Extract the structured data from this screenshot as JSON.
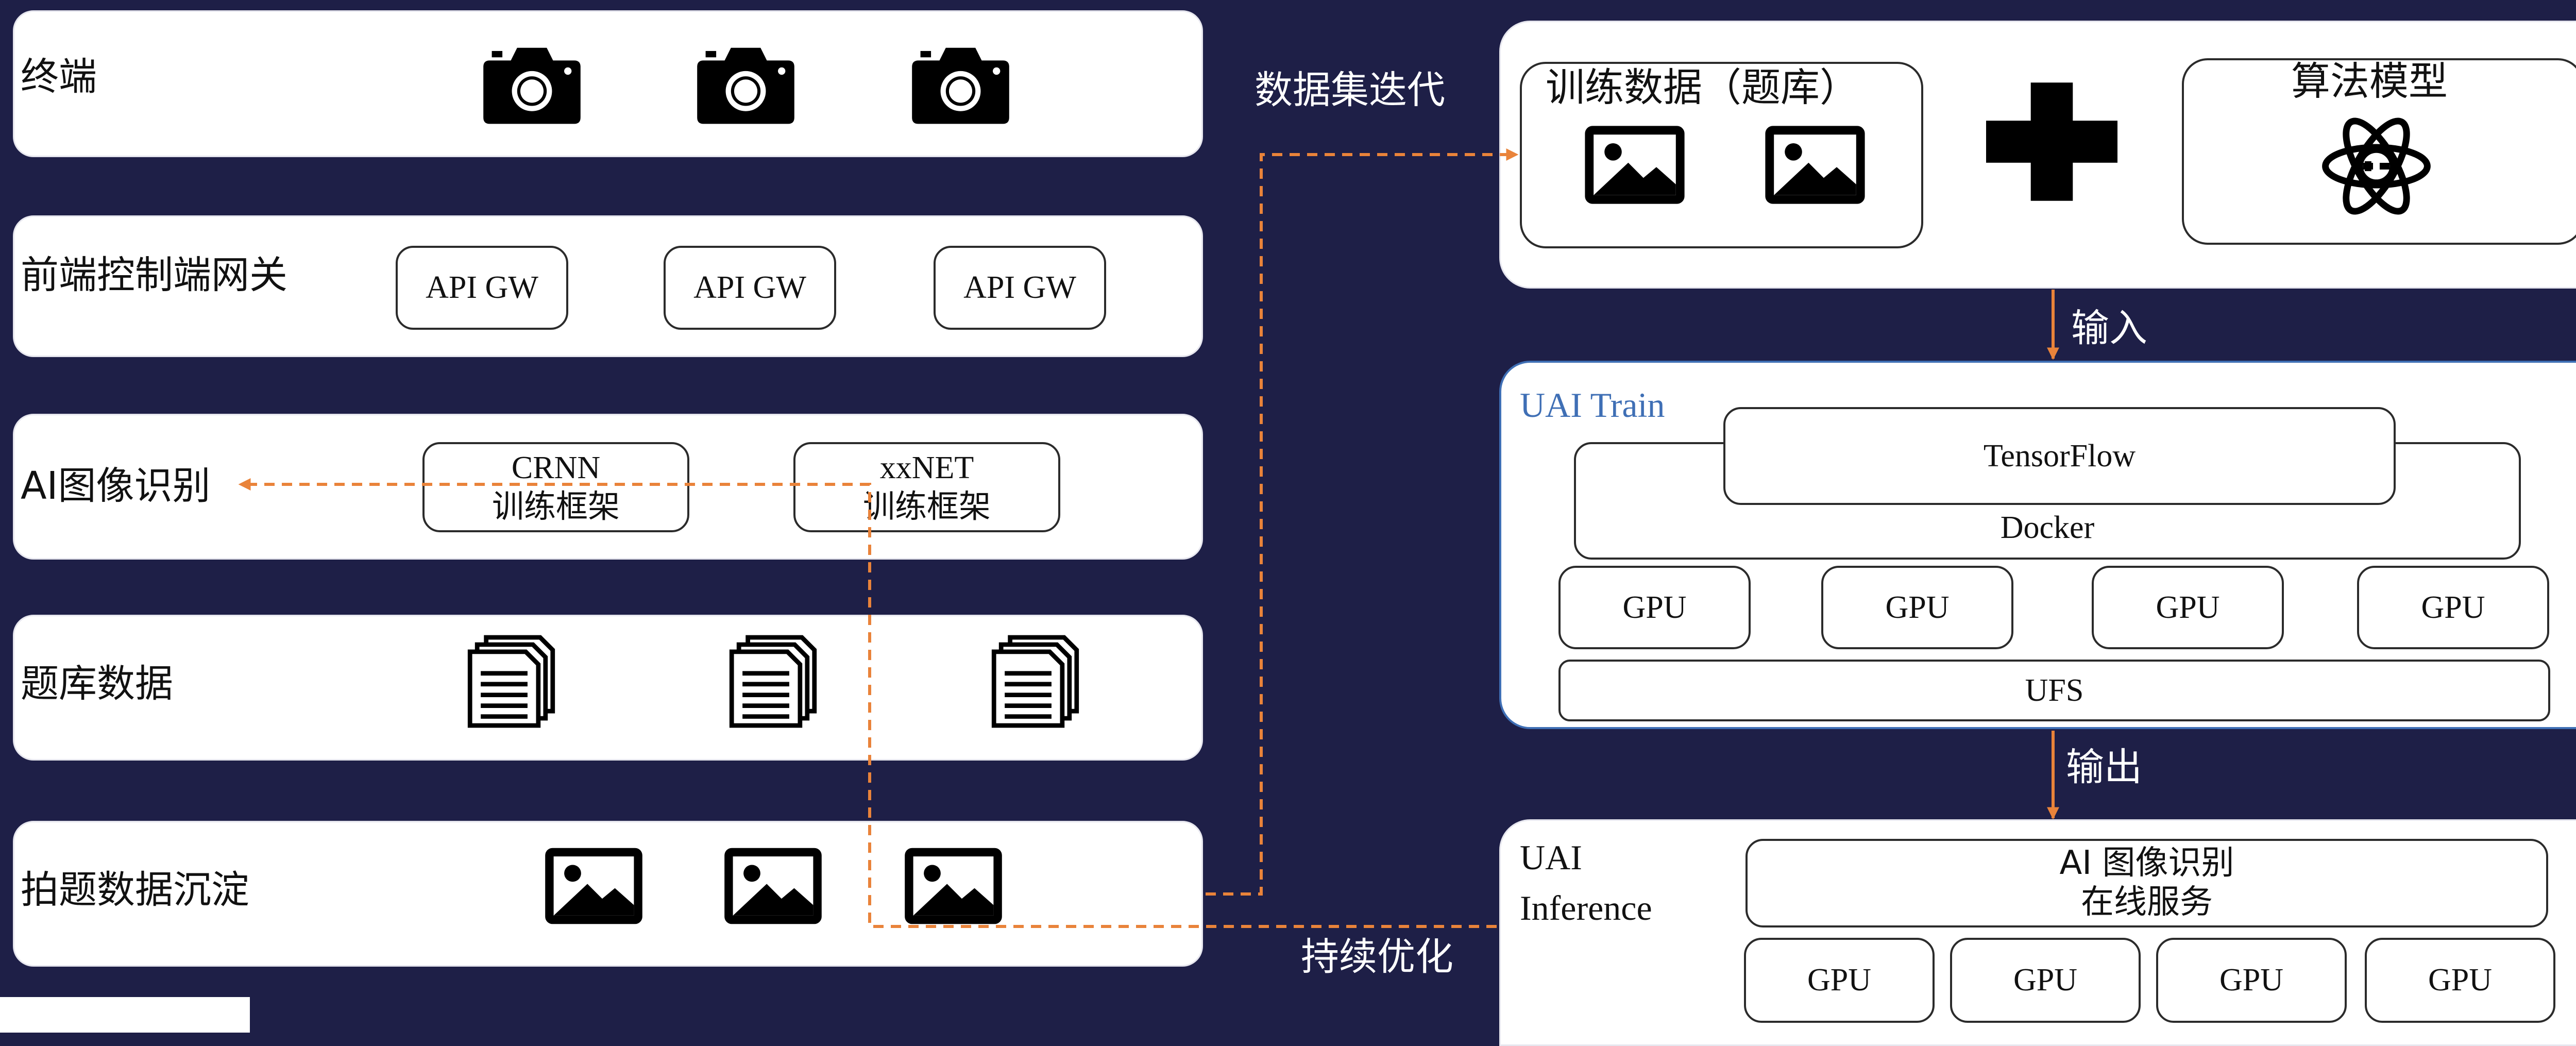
{
  "colors": {
    "background": "#1e1f47",
    "panel": "#ffffff",
    "flow_arrow": "#e9833a",
    "uai_title": "#3f6fb5"
  },
  "left_layers": {
    "terminal": {
      "label": "终端",
      "icons": [
        "camera-icon",
        "camera-icon",
        "camera-icon"
      ]
    },
    "gateway": {
      "label": "前端控制端网关",
      "boxes": [
        "API GW",
        "API GW",
        "API GW"
      ]
    },
    "ai_recognition": {
      "label": "AI图像识别",
      "frameworks": [
        {
          "name": "CRNN",
          "sub": "训练框架"
        },
        {
          "name": "xxNET",
          "sub": "训练框架"
        }
      ]
    },
    "question_bank": {
      "label": "题库数据",
      "icons": [
        "document-icon",
        "document-icon",
        "document-icon"
      ]
    },
    "photo_data": {
      "label": "拍题数据沉淀",
      "icons": [
        "image-icon",
        "image-icon",
        "image-icon"
      ]
    }
  },
  "flow_labels": {
    "dataset_iteration": "数据集迭代",
    "continuous_optimization": "持续优化",
    "input": "输入",
    "output": "输出"
  },
  "training_input": {
    "data_box_title": "训练数据（题库）",
    "plus_icon": "plus-icon",
    "model_title": "算法模型",
    "model_icon": "atom-icon"
  },
  "uai_train": {
    "title": "UAI Train",
    "tensorflow": "TensorFlow",
    "docker": "Docker",
    "gpus": [
      "GPU",
      "GPU",
      "GPU",
      "GPU"
    ],
    "storage": "UFS"
  },
  "uai_inference": {
    "title_line1": "UAI",
    "title_line2": "Inference",
    "service_line1": "AI 图像识别",
    "service_line2": "在线服务",
    "gpus": [
      "GPU",
      "GPU",
      "GPU",
      "GPU"
    ]
  }
}
